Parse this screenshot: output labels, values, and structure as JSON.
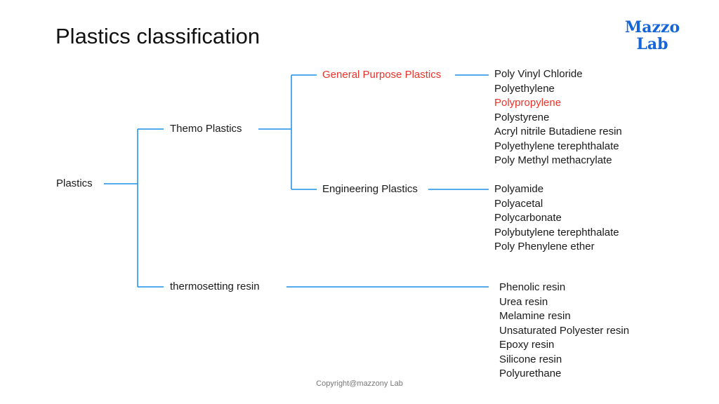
{
  "title": "Plastics classification",
  "logo": {
    "line1": "Mazzo",
    "line2": "Lab",
    "color": "#1565d8"
  },
  "colors": {
    "connector": "#1a8fe8",
    "highlight": "#e8332a"
  },
  "tree": {
    "root": "Plastics",
    "thermo": "Themo Plastics",
    "thermosetting": "thermosetting resin",
    "general_purpose": "General Purpose Plastics",
    "engineering": "Engineering Plastics"
  },
  "lists": {
    "general_purpose": [
      "Poly Vinyl Chloride",
      "Polyethylene",
      "Polypropylene",
      "Polystyrene",
      "Acryl nitrile Butadiene resin",
      "Polyethylene terephthalate",
      "Poly Methyl methacrylate"
    ],
    "general_purpose_highlight_index": 2,
    "engineering": [
      "Polyamide",
      "Polyacetal",
      "Polycarbonate",
      "Polybutylene terephthalate",
      "Poly Phenylene ether"
    ],
    "thermosetting": [
      "Phenolic resin",
      "Urea resin",
      "Melamine resin",
      "Unsaturated Polyester resin",
      "Epoxy resin",
      "Silicone resin",
      "Polyurethane"
    ]
  },
  "copyright": "Copyright@mazzony Lab"
}
